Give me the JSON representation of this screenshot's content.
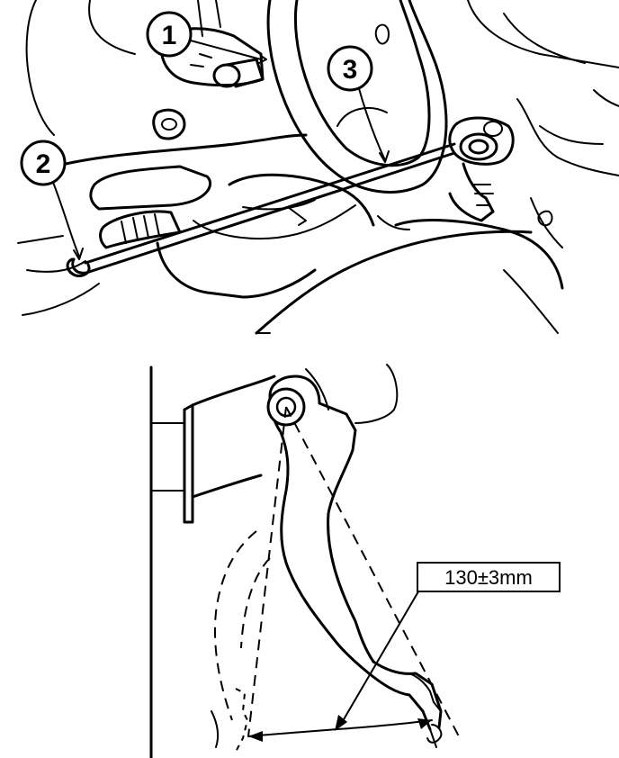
{
  "callouts": {
    "c1": "1",
    "c2": "2",
    "c3": "3"
  },
  "dimension": {
    "label": "130±3mm"
  },
  "colors": {
    "ink": "#000000",
    "paper": "#ffffff"
  }
}
